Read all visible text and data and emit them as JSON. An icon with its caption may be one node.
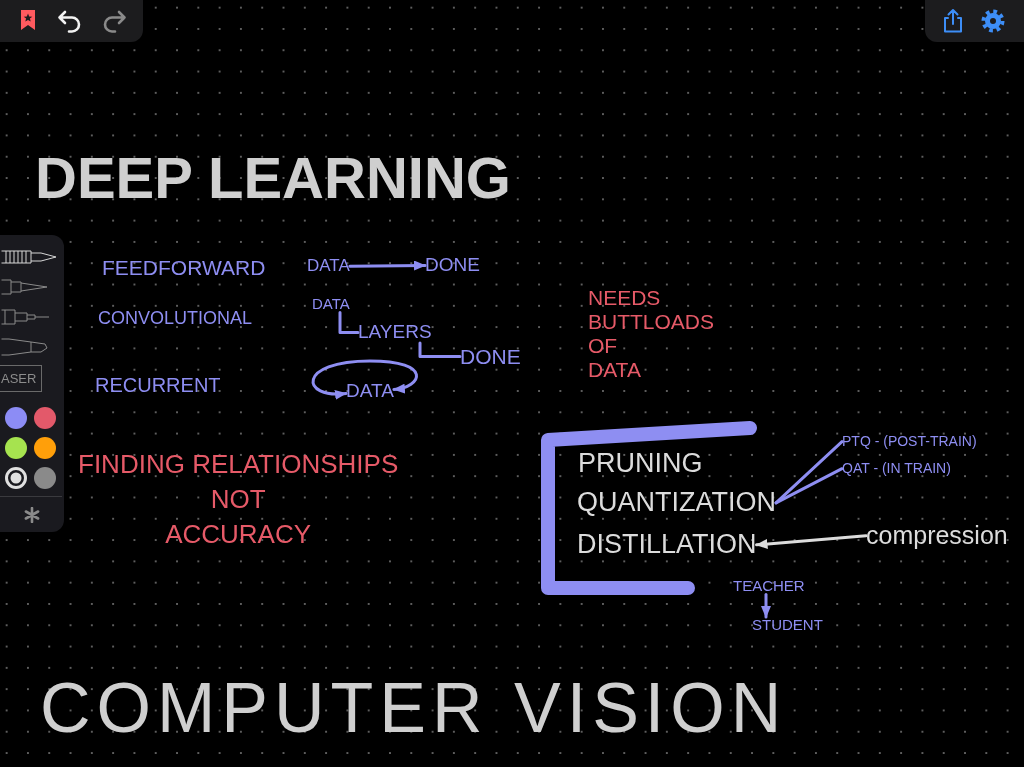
{
  "diagram": {
    "title": "DEEP LEARNING",
    "nodes": [
      {
        "text": [
          "DATA"
        ]
      },
      {
        "text": [
          "DONE"
        ]
      },
      {
        "text": [
          "DATA"
        ]
      },
      {
        "text": [
          "LAYERS"
        ]
      },
      {
        "text": [
          "DONE"
        ]
      },
      {
        "text": [
          "DATA"
        ]
      },
      {
        "text": [
          "QUANTIZATION"
        ]
      },
      {
        "text": [
          "PTQ - (POST-TRAIN)"
        ]
      },
      {
        "text": [
          "QAT - (IN TRAIN)"
        ]
      },
      {
        "text": [
          "DISTILLATION"
        ]
      },
      {
        "text": [
          "compression"
        ]
      },
      {
        "text": [
          "TEACHER"
        ]
      },
      {
        "text": [
          "STUDENT"
        ]
      }
    ],
    "edges": [
      {
        "from": 0,
        "to": 1,
        "arrow": "to"
      },
      {
        "from": 2,
        "to": 3,
        "arrow": "none"
      },
      {
        "from": 3,
        "to": 4,
        "arrow": "none"
      },
      {
        "from": 5,
        "to": 5,
        "arrow": "both"
      },
      {
        "from": 6,
        "to": 7,
        "arrow": "none"
      },
      {
        "from": 6,
        "to": 8,
        "arrow": "none"
      },
      {
        "from": 10,
        "to": 9,
        "arrow": "to",
        "color": "#dcdcdc"
      },
      {
        "from": 11,
        "to": 12,
        "arrow": "to"
      }
    ],
    "labels": [
      "FEEDFORWARD",
      "CONVOLUTIONAL",
      "NEEDS BUTTLOADS OF DATA",
      "RECURRENT",
      "FINDING RELATIONSHIPS NOT ACCURACY",
      "PRUNING",
      "COMPUTER VISION",
      "ASER"
    ]
  }
}
